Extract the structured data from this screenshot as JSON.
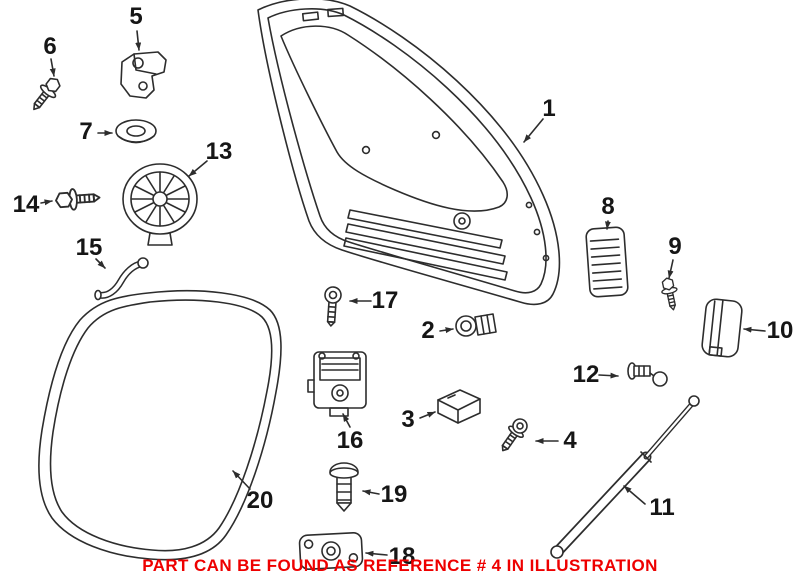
{
  "diagram": {
    "labels": [
      "1",
      "2",
      "3",
      "4",
      "5",
      "6",
      "7",
      "8",
      "9",
      "10",
      "11",
      "12",
      "13",
      "14",
      "15",
      "16",
      "17",
      "18",
      "19",
      "20"
    ],
    "note": "PART CAN BE FOUND AS REFERENCE # 4 IN ILLUSTRATION",
    "colors": {
      "note_text": "#ee0000",
      "line_art": "#2d2d2d",
      "background": "#ffffff"
    }
  }
}
